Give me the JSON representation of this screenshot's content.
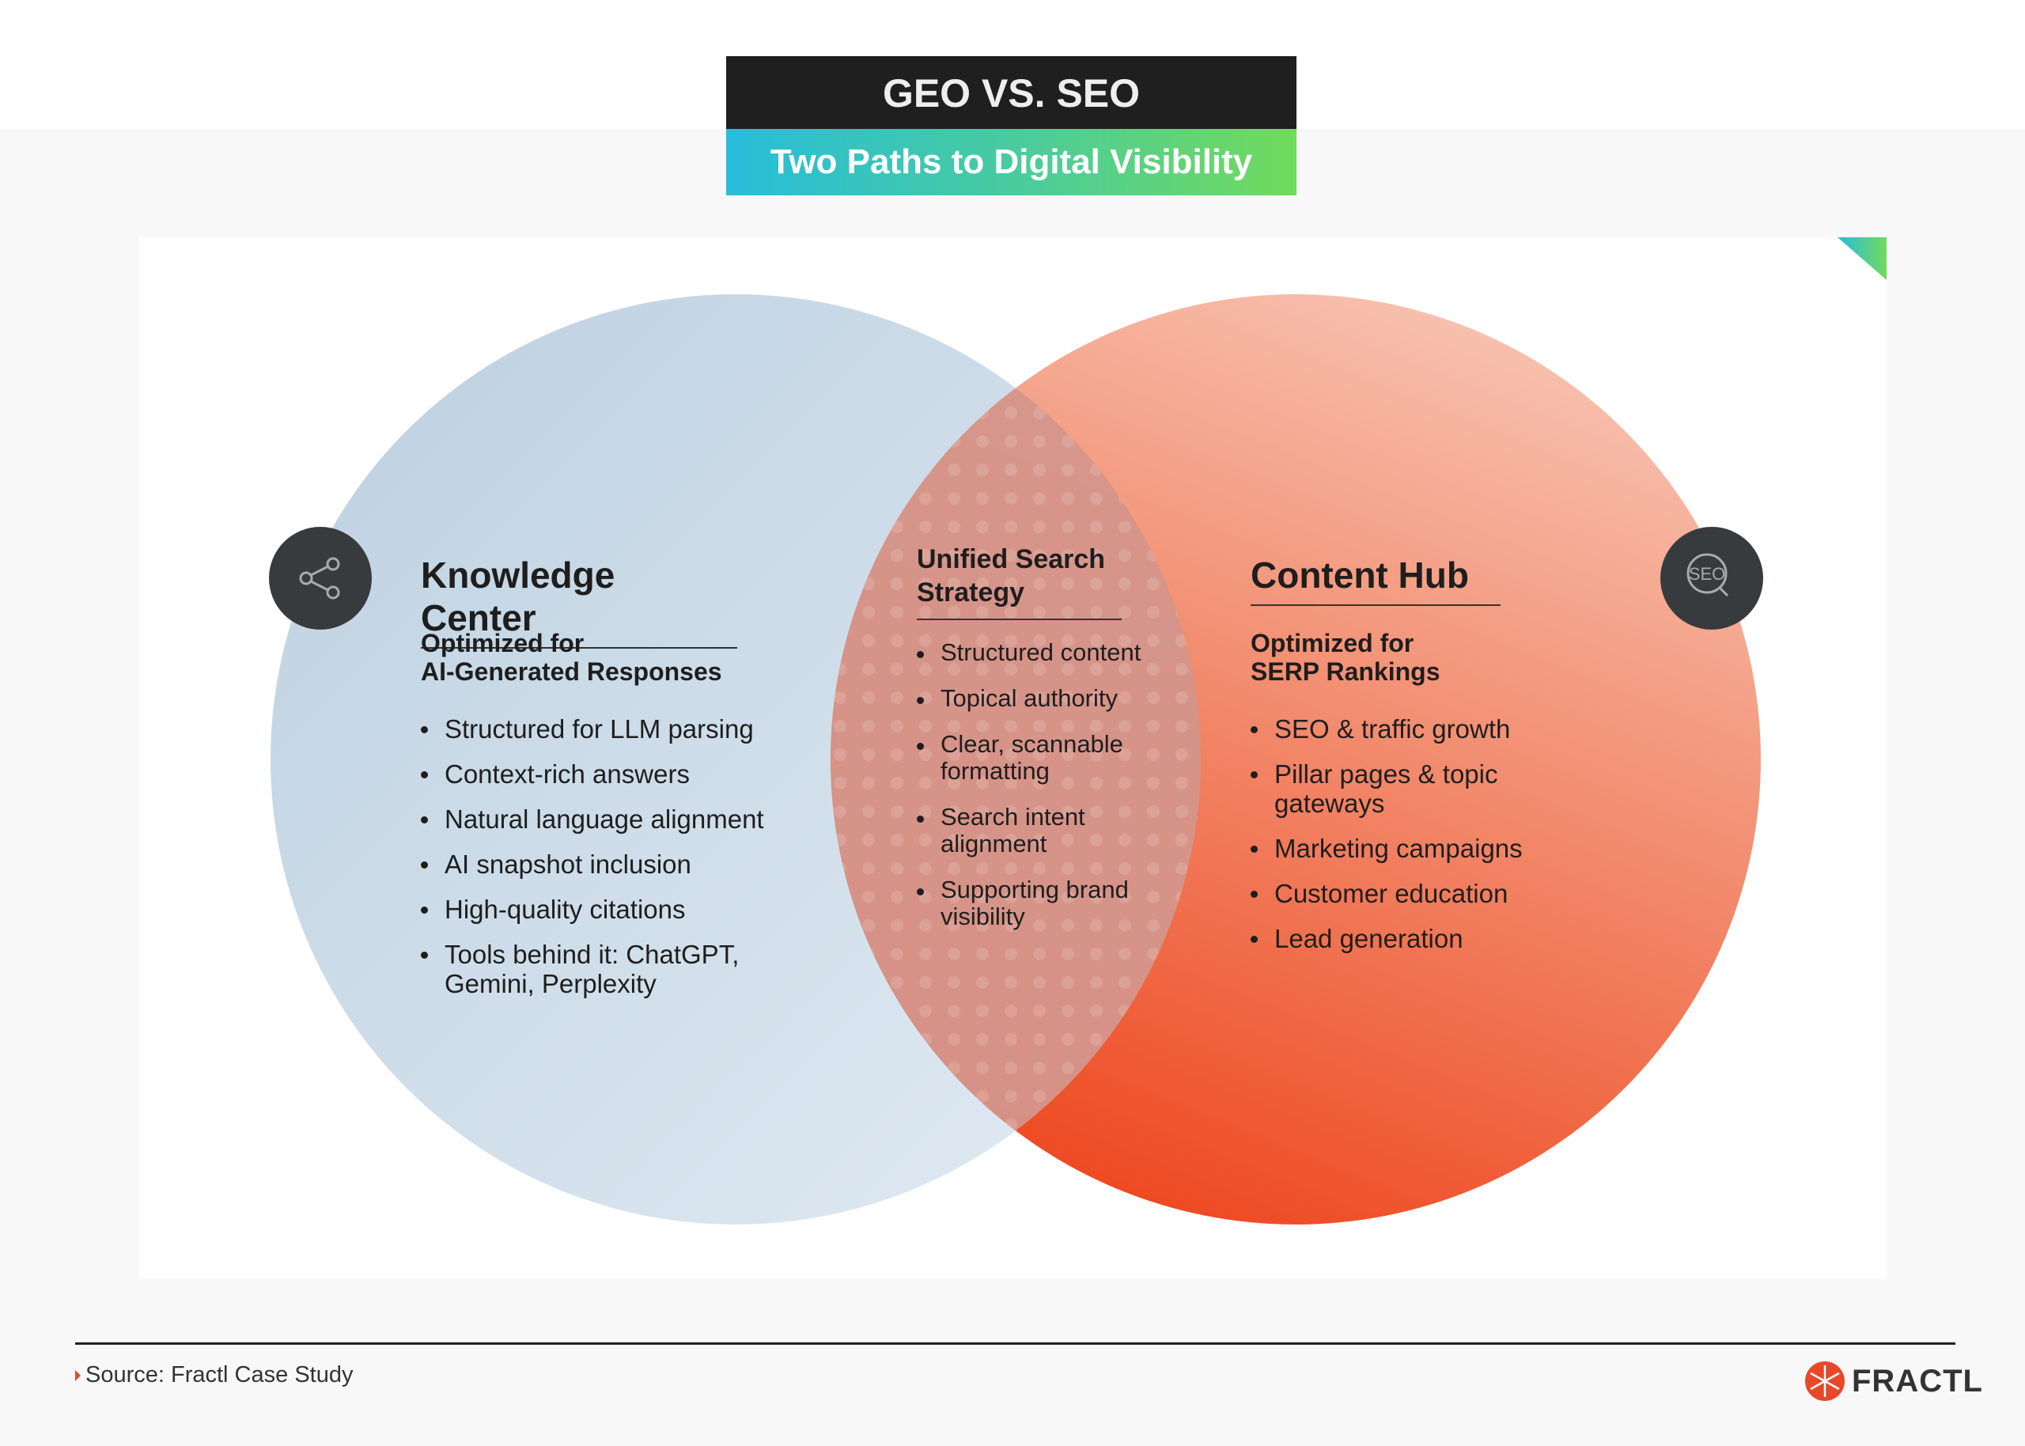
{
  "header": {
    "title": "GEO VS. SEO",
    "subtitle": "Two Paths to Digital Visibility"
  },
  "colors": {
    "geo": "#c1d4e3",
    "seo": "#ee4e2a",
    "accent_start": "#27bddb",
    "accent_end": "#72da5c",
    "icon_bg": "#383b3e"
  },
  "left": {
    "icon": "share-icon",
    "title": "Knowledge Center",
    "subtitle_line1": "Optimized for",
    "subtitle_line2": "AI-Generated Responses",
    "items": [
      "Structured for LLM parsing",
      "Context-rich answers",
      "Natural language alignment",
      "AI snapshot inclusion",
      "High-quality citations",
      "Tools behind it: ChatGPT, Gemini, Perplexity"
    ]
  },
  "center": {
    "title": "Unified Search Strategy",
    "items": [
      "Structured content",
      "Topical authority",
      "Clear, scannable formatting",
      "Search intent alignment",
      "Supporting brand visibility"
    ]
  },
  "right": {
    "icon": "seo-search-icon",
    "icon_text": "SEO",
    "title": "Content Hub",
    "subtitle_line1": "Optimized for",
    "subtitle_line2": "SERP Rankings",
    "items": [
      "SEO & traffic growth",
      "Pillar pages & topic gateways",
      "Marketing campaigns",
      "Customer education",
      "Lead generation"
    ]
  },
  "footer": {
    "source": "Source: Fractl Case Study",
    "logo": "FRACTL"
  }
}
